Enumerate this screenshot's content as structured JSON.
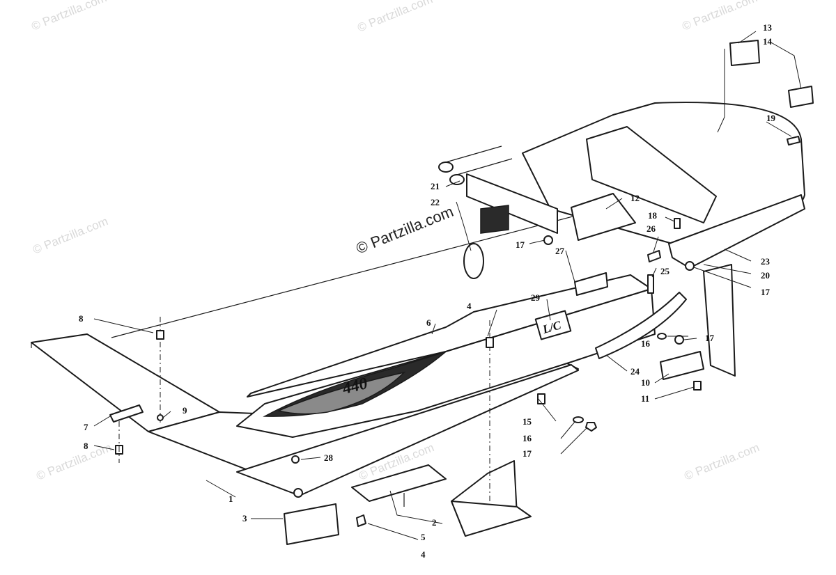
{
  "watermark": {
    "text": "© Partzilla.com",
    "color": "#d9d9d9"
  },
  "callouts": {
    "c1": "1",
    "c2": "2",
    "c3": "3",
    "c4a": "4",
    "c4b": "4",
    "c5": "5",
    "c6": "6",
    "c7": "7",
    "c8a": "8",
    "c8b": "8",
    "c9": "9",
    "c10": "10",
    "c11": "11",
    "c12": "12",
    "c13": "13",
    "c14": "14",
    "c15": "15",
    "c16a": "16",
    "c16b": "16",
    "c17a": "17",
    "c17b": "17",
    "c17c": "17",
    "c17d": "17",
    "c18": "18",
    "c19": "19",
    "c20": "20",
    "c21": "21",
    "c22": "22",
    "c23": "23",
    "c24": "24",
    "c25": "25",
    "c26": "26",
    "c27": "27",
    "c28": "28",
    "c29": "29"
  },
  "decal": {
    "badge_text": "L/C",
    "side_text": "440"
  }
}
